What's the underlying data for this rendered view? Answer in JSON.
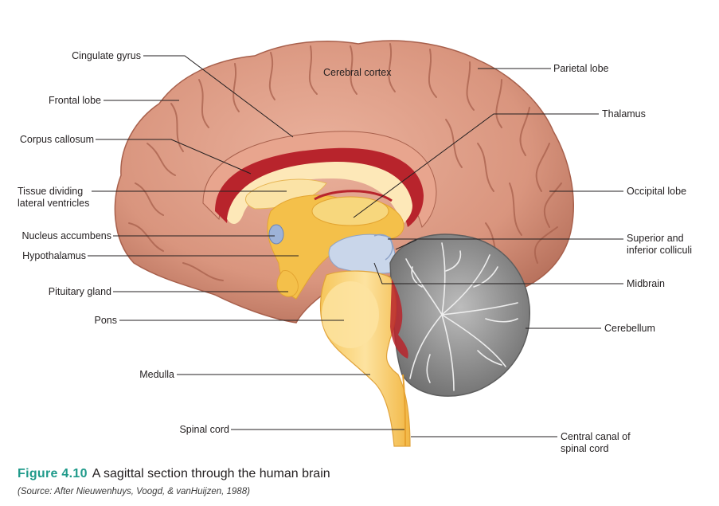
{
  "labels": {
    "cingulate_gyrus": "Cingulate gyrus",
    "cerebral_cortex": "Cerebral cortex",
    "parietal_lobe": "Parietal lobe",
    "frontal_lobe": "Frontal lobe",
    "thalamus": "Thalamus",
    "corpus_callosum": "Corpus callosum",
    "tissue_dividing_1": "Tissue dividing",
    "tissue_dividing_2": "lateral ventricles",
    "occipital_lobe": "Occipital lobe",
    "nucleus_accumbens": "Nucleus accumbens",
    "hypothalamus": "Hypothalamus",
    "colliculi_1": "Superior and",
    "colliculi_2": "inferior colliculi",
    "pituitary_gland": "Pituitary gland",
    "midbrain": "Midbrain",
    "pons": "Pons",
    "cerebellum": "Cerebellum",
    "medulla": "Medulla",
    "spinal_cord": "Spinal cord",
    "central_canal_1": "Central canal of",
    "central_canal_2": "spinal cord"
  },
  "caption": {
    "figure_number": "Figure 4.10",
    "title": "A sagittal section through the human brain",
    "source": "(Source: After Nieuwenhuys, Voogd, & vanHuijzen, 1988)"
  },
  "colors": {
    "cortex": "#d9957e",
    "cortex_dark": "#a8604c",
    "white_matter": "#fbe3a6",
    "deep_structures": "#f4c04a",
    "ventricle": "#b8242c",
    "colliculi": "#c9d6ea",
    "cerebellum": "#8c8c8c",
    "caption_accent": "#1f9a8a"
  }
}
